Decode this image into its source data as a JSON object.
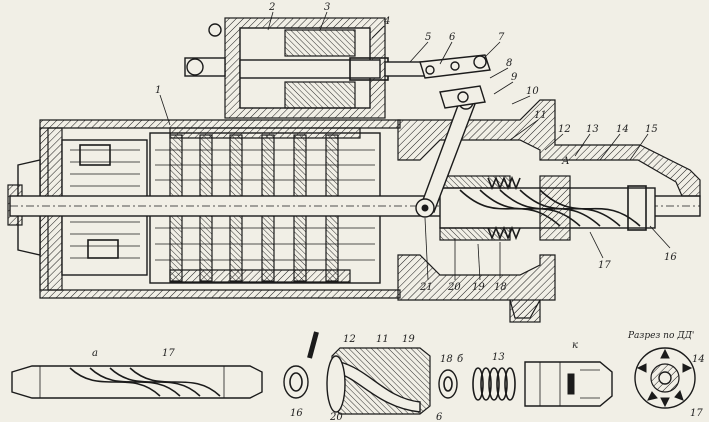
{
  "figure": {
    "section_caption": "Разрез по ДД'"
  },
  "callouts": {
    "c1": "1",
    "c2": "2",
    "c3": "3",
    "c4": "4",
    "c5": "5",
    "c6": "6",
    "c7": "7",
    "c8": "8",
    "c9": "9",
    "c10": "10",
    "c11": "11",
    "c12": "12",
    "c13": "13",
    "c14": "14",
    "c15": "15",
    "c16": "16",
    "c17": "17",
    "c18": "18",
    "c19": "19",
    "c20": "20",
    "c21": "21",
    "cA": "А"
  },
  "parts": {
    "p_a": "а",
    "p_17": "17",
    "p_16": "16",
    "p_12": "12",
    "p_11": "11",
    "p_19": "19",
    "p_20": "20",
    "p_18": "18",
    "p_b": "б",
    "p_6": "6",
    "p_13": "13",
    "p_k": "к",
    "p_14": "14",
    "p_17b": "17"
  }
}
